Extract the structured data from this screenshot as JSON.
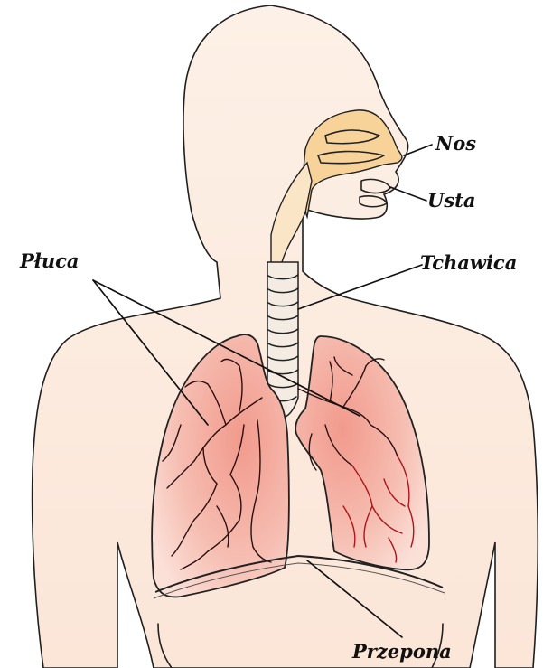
{
  "labels": {
    "nose": "Nos",
    "mouth": "Usta",
    "trachea": "Tchawica",
    "lungs": "Płuca",
    "diaphragm": "Przepona"
  },
  "colors": {
    "skin": "#fcebdf",
    "airway": "#f7d9a8",
    "lung_fill": "#f2a699",
    "outline": "#222222"
  }
}
